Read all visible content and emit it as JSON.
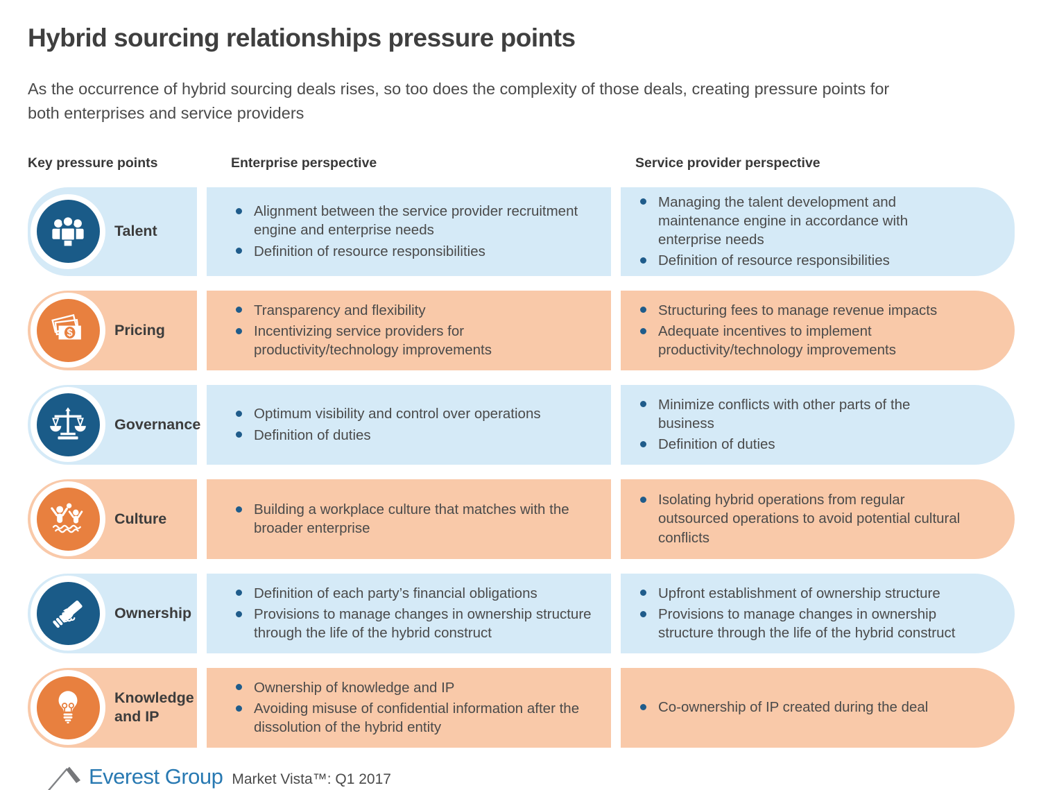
{
  "page": {
    "title": "Hybrid sourcing relationships pressure points",
    "subtitle": "As the occurrence of hybrid sourcing deals rises, so too does the complexity of those deals, creating pressure points for\nboth enterprises and service providers"
  },
  "columns": {
    "key": "Key pressure points",
    "enterprise": "Enterprise perspective",
    "provider": "Service provider perspective"
  },
  "rows": [
    {
      "label": "Talent",
      "theme": "blue",
      "icon": "people-group-icon",
      "enterprise": [
        "Alignment between the service provider recruitment engine and enterprise needs",
        "Definition of resource responsibilities"
      ],
      "provider": [
        "Managing the talent development and maintenance engine in accordance with enterprise needs",
        "Definition of resource responsibilities"
      ]
    },
    {
      "label": "Pricing",
      "theme": "orange",
      "icon": "banknotes-icon",
      "enterprise": [
        "Transparency and flexibility",
        "Incentivizing service providers for productivity/technology improvements"
      ],
      "provider": [
        "Structuring fees to manage revenue impacts",
        "Adequate incentives to implement productivity/technology improvements"
      ]
    },
    {
      "label": "Governance",
      "theme": "blue",
      "icon": "scales-icon",
      "enterprise": [
        "Optimum visibility and control over operations",
        "Definition of duties"
      ],
      "provider": [
        "Minimize conflicts with other parts of the business",
        "Definition of duties"
      ]
    },
    {
      "label": "Culture",
      "theme": "orange",
      "icon": "people-celebrating-icon",
      "enterprise": [
        "Building a workplace culture that matches with the broader enterprise"
      ],
      "provider": [
        "Isolating hybrid operations from regular outsourced operations to avoid potential cultural conflicts"
      ]
    },
    {
      "label": "Ownership",
      "theme": "blue",
      "icon": "handshake-icon",
      "enterprise": [
        "Definition of each party’s financial obligations",
        "Provisions to manage changes in ownership structure through the life of the hybrid construct"
      ],
      "provider": [
        "Upfront establishment of ownership structure",
        "Provisions to manage changes in ownership structure through the life of the hybrid construct"
      ]
    },
    {
      "label": "Knowledge and IP",
      "theme": "orange",
      "icon": "lightbulb-icon",
      "enterprise": [
        "Ownership of knowledge and IP",
        "Avoiding misuse of confidential information after the dissolution of the hybrid entity"
      ],
      "provider": [
        "Co-ownership of IP created during the deal"
      ]
    }
  ],
  "footer": {
    "brand": "Everest Group",
    "caption": "Market Vista™: Q1 2017"
  },
  "colors": {
    "row_blue": "#d5eaf7",
    "row_orange": "#f9c9a9",
    "circle_blue": "#1a5b88",
    "circle_orange": "#e8803f",
    "bullet": "#1f5c8b",
    "brand_blue": "#2879b2",
    "text_dark": "#3f3f3f",
    "text_body": "#4a4a4a"
  }
}
